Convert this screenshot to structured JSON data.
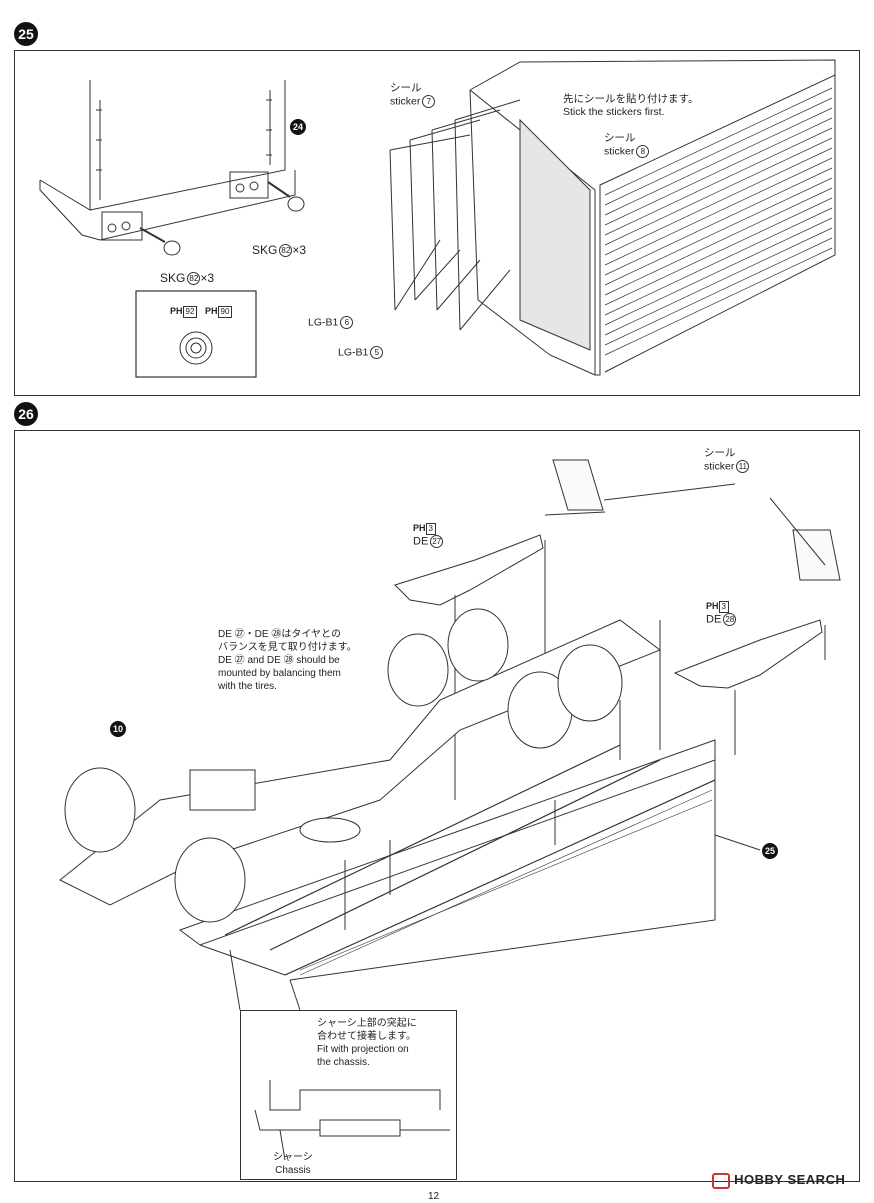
{
  "steps": {
    "s25": {
      "number": "25"
    },
    "s26": {
      "number": "26"
    }
  },
  "step25": {
    "ref_step": "24",
    "skg_left": {
      "part": "SKG",
      "num": "82",
      "qty": "×3"
    },
    "skg_right": {
      "part": "SKG",
      "num": "82",
      "qty": "×3"
    },
    "detail_parts": [
      {
        "prefix": "PH",
        "num": "92"
      },
      {
        "prefix": "PH",
        "num": "90"
      }
    ],
    "sticker7": {
      "jp": "シール",
      "en": "sticker",
      "num": "7"
    },
    "note": {
      "jp": "先にシールを貼り付けます。",
      "en": "Stick the stickers first."
    },
    "sticker8": {
      "jp": "シール",
      "en": "sticker",
      "num": "8"
    },
    "lgb1_6": {
      "part": "LG-B1",
      "num": "6"
    },
    "lgb1_5": {
      "part": "LG-B1",
      "num": "5"
    }
  },
  "step26": {
    "sticker11": {
      "jp": "シール",
      "en": "sticker",
      "num": "11"
    },
    "de27": {
      "prefix": "PH",
      "pnum": "3",
      "part": "DE",
      "num": "27"
    },
    "de28": {
      "prefix": "PH",
      "pnum": "3",
      "part": "DE",
      "num": "28"
    },
    "note_jp_1": "DE ㉗・DE ㉘はタイヤとの",
    "note_jp_2": "バランスを見て取り付けます。",
    "note_en_1": "DE ㉗ and DE ㉘ should be",
    "note_en_2": "mounted by balancing them",
    "note_en_3": "with the tires.",
    "ref10": "10",
    "ref25": "25",
    "detail_jp_1": "シャーシ上部の突起に",
    "detail_jp_2": "合わせて接着します。",
    "detail_en_1": "Fit with projection on",
    "detail_en_2": "the chassis.",
    "chassis_jp": "シャーシ",
    "chassis_en": "Chassis"
  },
  "footer": {
    "page": "12",
    "logo": "HOBBY SEARCH"
  }
}
